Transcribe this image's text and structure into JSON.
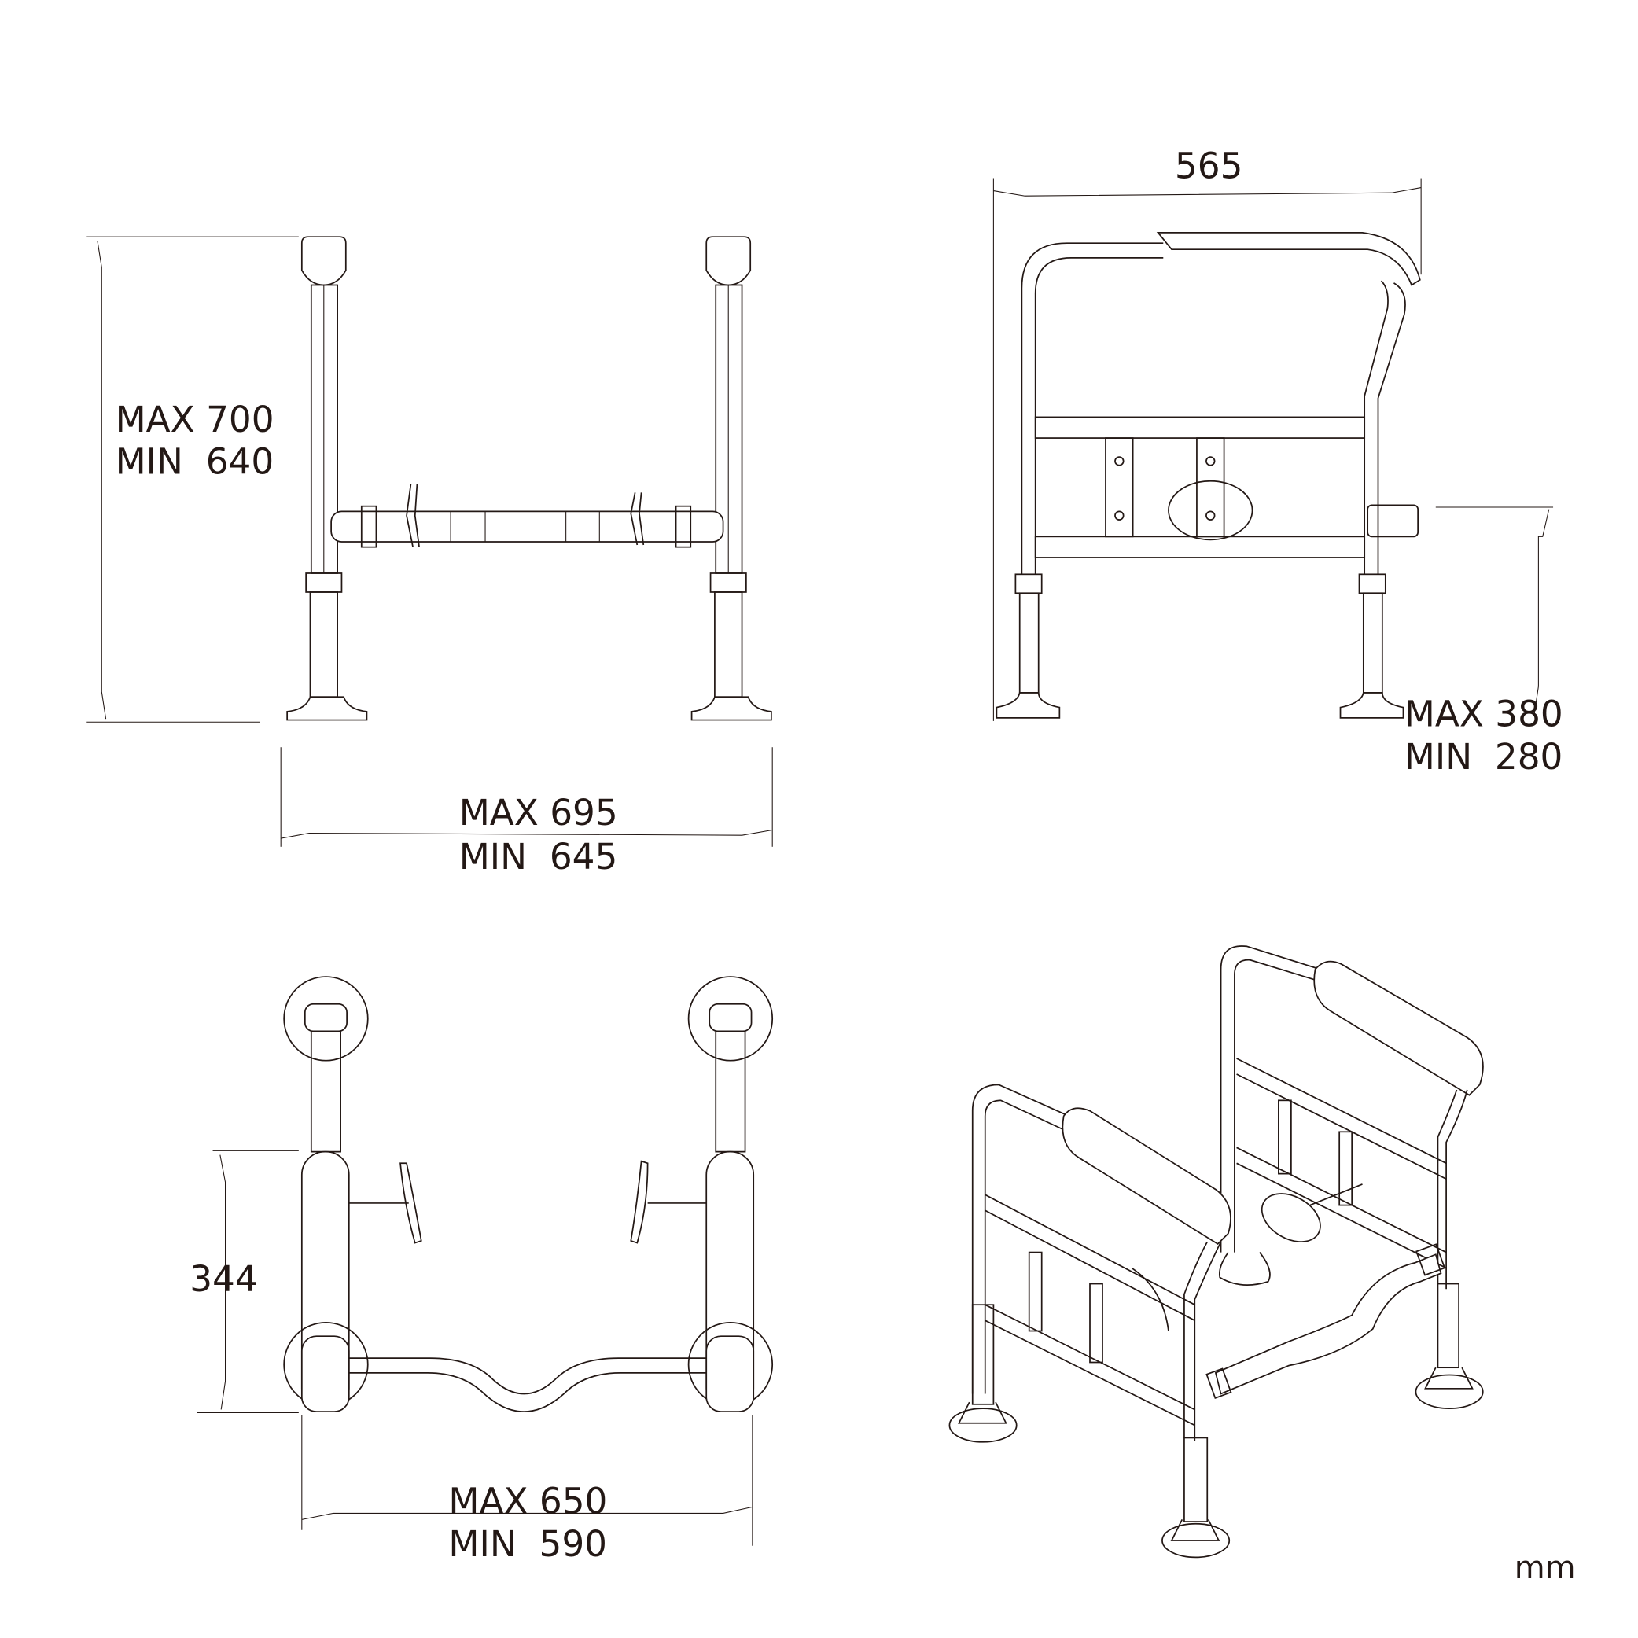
{
  "unit_label": "mm",
  "front_view": {
    "height_max": "MAX 700",
    "height_min": "MIN  640",
    "width_max": "MAX 695",
    "width_min": "MIN  645"
  },
  "side_view": {
    "width": "565",
    "seat_height_max": "MAX 380",
    "seat_height_min": "MIN  280"
  },
  "top_view": {
    "depth": "344",
    "width_max": "MAX 650",
    "width_min": "MIN  590"
  },
  "colors": {
    "line": "#231815",
    "background": "#ffffff"
  }
}
